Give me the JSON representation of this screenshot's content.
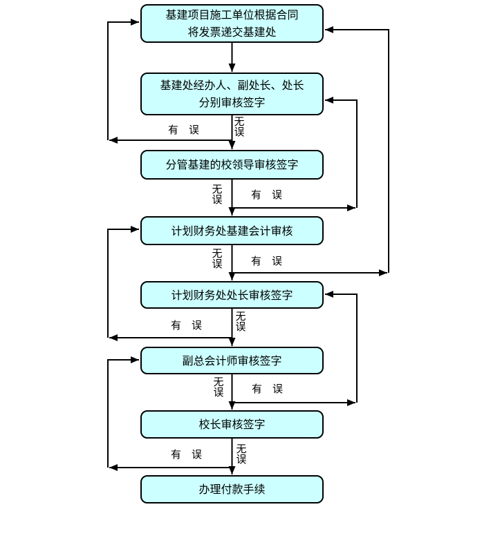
{
  "diagram": {
    "background": "#ffffff",
    "node_fill": "#ccffff",
    "node_border_color": "#000000",
    "arrow_color": "#000000",
    "nodes": [
      {
        "id": "submit-invoice",
        "line1": "基建项目施工单位根据合同",
        "line2": "将发票递交基建处"
      },
      {
        "id": "infrastructure-office-review",
        "line1": "基建处经办人、副处长、处长",
        "line2": "分别审核签字"
      },
      {
        "id": "school-leader-review",
        "line1": "分管基建的校领导审核签字"
      },
      {
        "id": "finance-accountant-review",
        "line1": "计划财务处基建会计审核"
      },
      {
        "id": "finance-director-review",
        "line1": "计划财务处处长审核签字"
      },
      {
        "id": "deputy-chief-accountant-review",
        "line1": "副总会计师审核签字"
      },
      {
        "id": "president-review",
        "line1": "校长审核签字"
      },
      {
        "id": "payment",
        "line1": "办理付款手续"
      }
    ],
    "decisions": [
      {
        "after_node": "infrastructure-office-review",
        "left_label": "有　误",
        "right_label": "无误",
        "error_side": "left",
        "error_returns_to": "submit-invoice"
      },
      {
        "after_node": "school-leader-review",
        "left_label": "无误",
        "right_label": "有　误",
        "error_side": "right",
        "error_returns_to": "infrastructure-office-review"
      },
      {
        "after_node": "finance-accountant-review",
        "left_label": "无误",
        "right_label": "有　误",
        "error_side": "right",
        "error_returns_to": "submit-invoice"
      },
      {
        "after_node": "finance-director-review",
        "left_label": "有　误",
        "right_label": "无误",
        "error_side": "left",
        "error_returns_to": "finance-accountant-review"
      },
      {
        "after_node": "deputy-chief-accountant-review",
        "left_label": "无误",
        "right_label": "有　误",
        "error_side": "right",
        "error_returns_to": "finance-director-review"
      },
      {
        "after_node": "president-review",
        "left_label": "有　误",
        "right_label": "无误",
        "error_side": "left",
        "error_returns_to": "deputy-chief-accountant-review"
      }
    ]
  }
}
